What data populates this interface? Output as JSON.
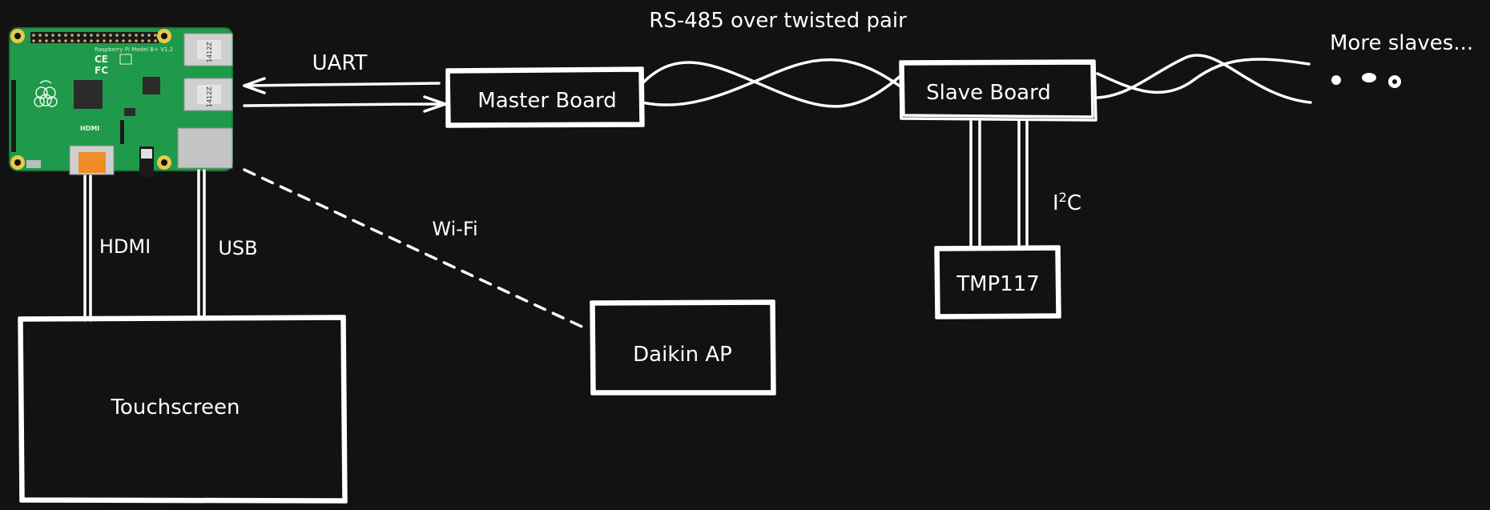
{
  "diagram": {
    "nodes": {
      "master_board": "Master Board",
      "slave_board": "Slave Board",
      "tmp117": "TMP117",
      "touchscreen": "Touchscreen",
      "daikin_ap": "Daikin AP"
    },
    "edges": {
      "rs485": "RS-485 over twisted pair",
      "uart": "UART",
      "hdmi": "HDMI",
      "usb": "USB",
      "wifi": "Wi-Fi",
      "i2c_base": "I",
      "i2c_sup": "2",
      "i2c_tail": "C"
    },
    "more_slaves": "More slaves...",
    "raspberry_pi": {
      "board_color": "#1f9a4a",
      "silkscreen": [
        "HDMI",
        "1412Z",
        "1412Z"
      ]
    }
  }
}
